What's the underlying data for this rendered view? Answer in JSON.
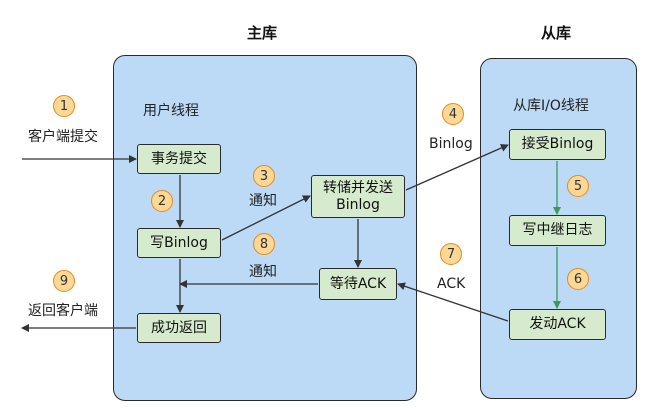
{
  "titles": {
    "master": "主库",
    "slave": "从库"
  },
  "labels": {
    "user_thread": "用户线程",
    "slave_io_thread": "从库I/O线程",
    "client_commit": "客户端提交",
    "return_client": "返回客户端",
    "notify_top": "通知",
    "notify_bottom": "通知",
    "binlog_edge": "Binlog",
    "ack_edge": "ACK"
  },
  "boxes": {
    "tx_commit": "事务提交",
    "write_binlog": "写Binlog",
    "dump_line1": "转储并发送",
    "dump_line2": "Binlog",
    "wait_ack": "等待ACK",
    "success_return": "成功返回",
    "receive_binlog": "接受Binlog",
    "write_relay_log": "写中继日志",
    "send_ack": "发动ACK"
  },
  "steps": [
    "1",
    "2",
    "3",
    "4",
    "5",
    "6",
    "7",
    "8",
    "9"
  ],
  "colors": {
    "panel_fill": "#bcdaf6",
    "box_fill": "#d6ebcd",
    "badge_fill": "#fcd896",
    "badge_border": "#e48a1e",
    "arrow_green": "#3a9a5a",
    "arrow_dark": "#333333"
  }
}
